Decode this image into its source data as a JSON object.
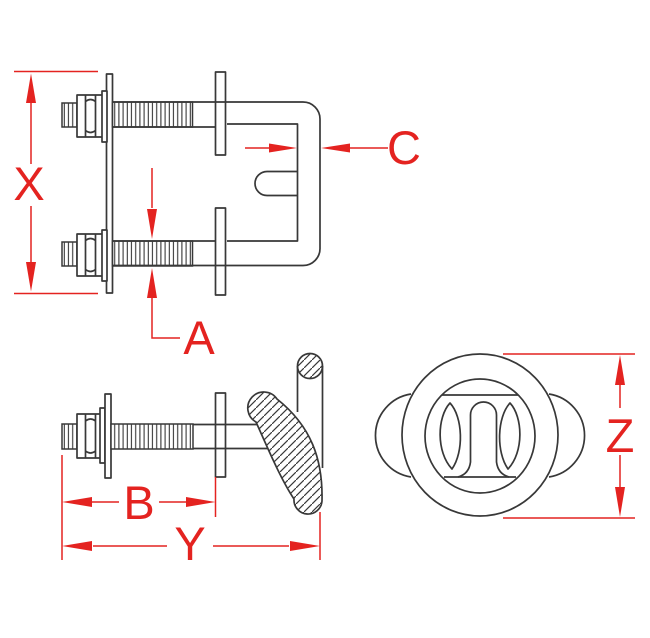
{
  "drawing": {
    "type": "technical-dimension-drawing",
    "dimension_labels": {
      "x": "X",
      "a": "A",
      "c": "C",
      "b": "B",
      "y": "Y",
      "z": "Z"
    },
    "colors": {
      "dimension_red": "#e42320",
      "line_ink": "#383838",
      "background": "#ffffff"
    }
  }
}
